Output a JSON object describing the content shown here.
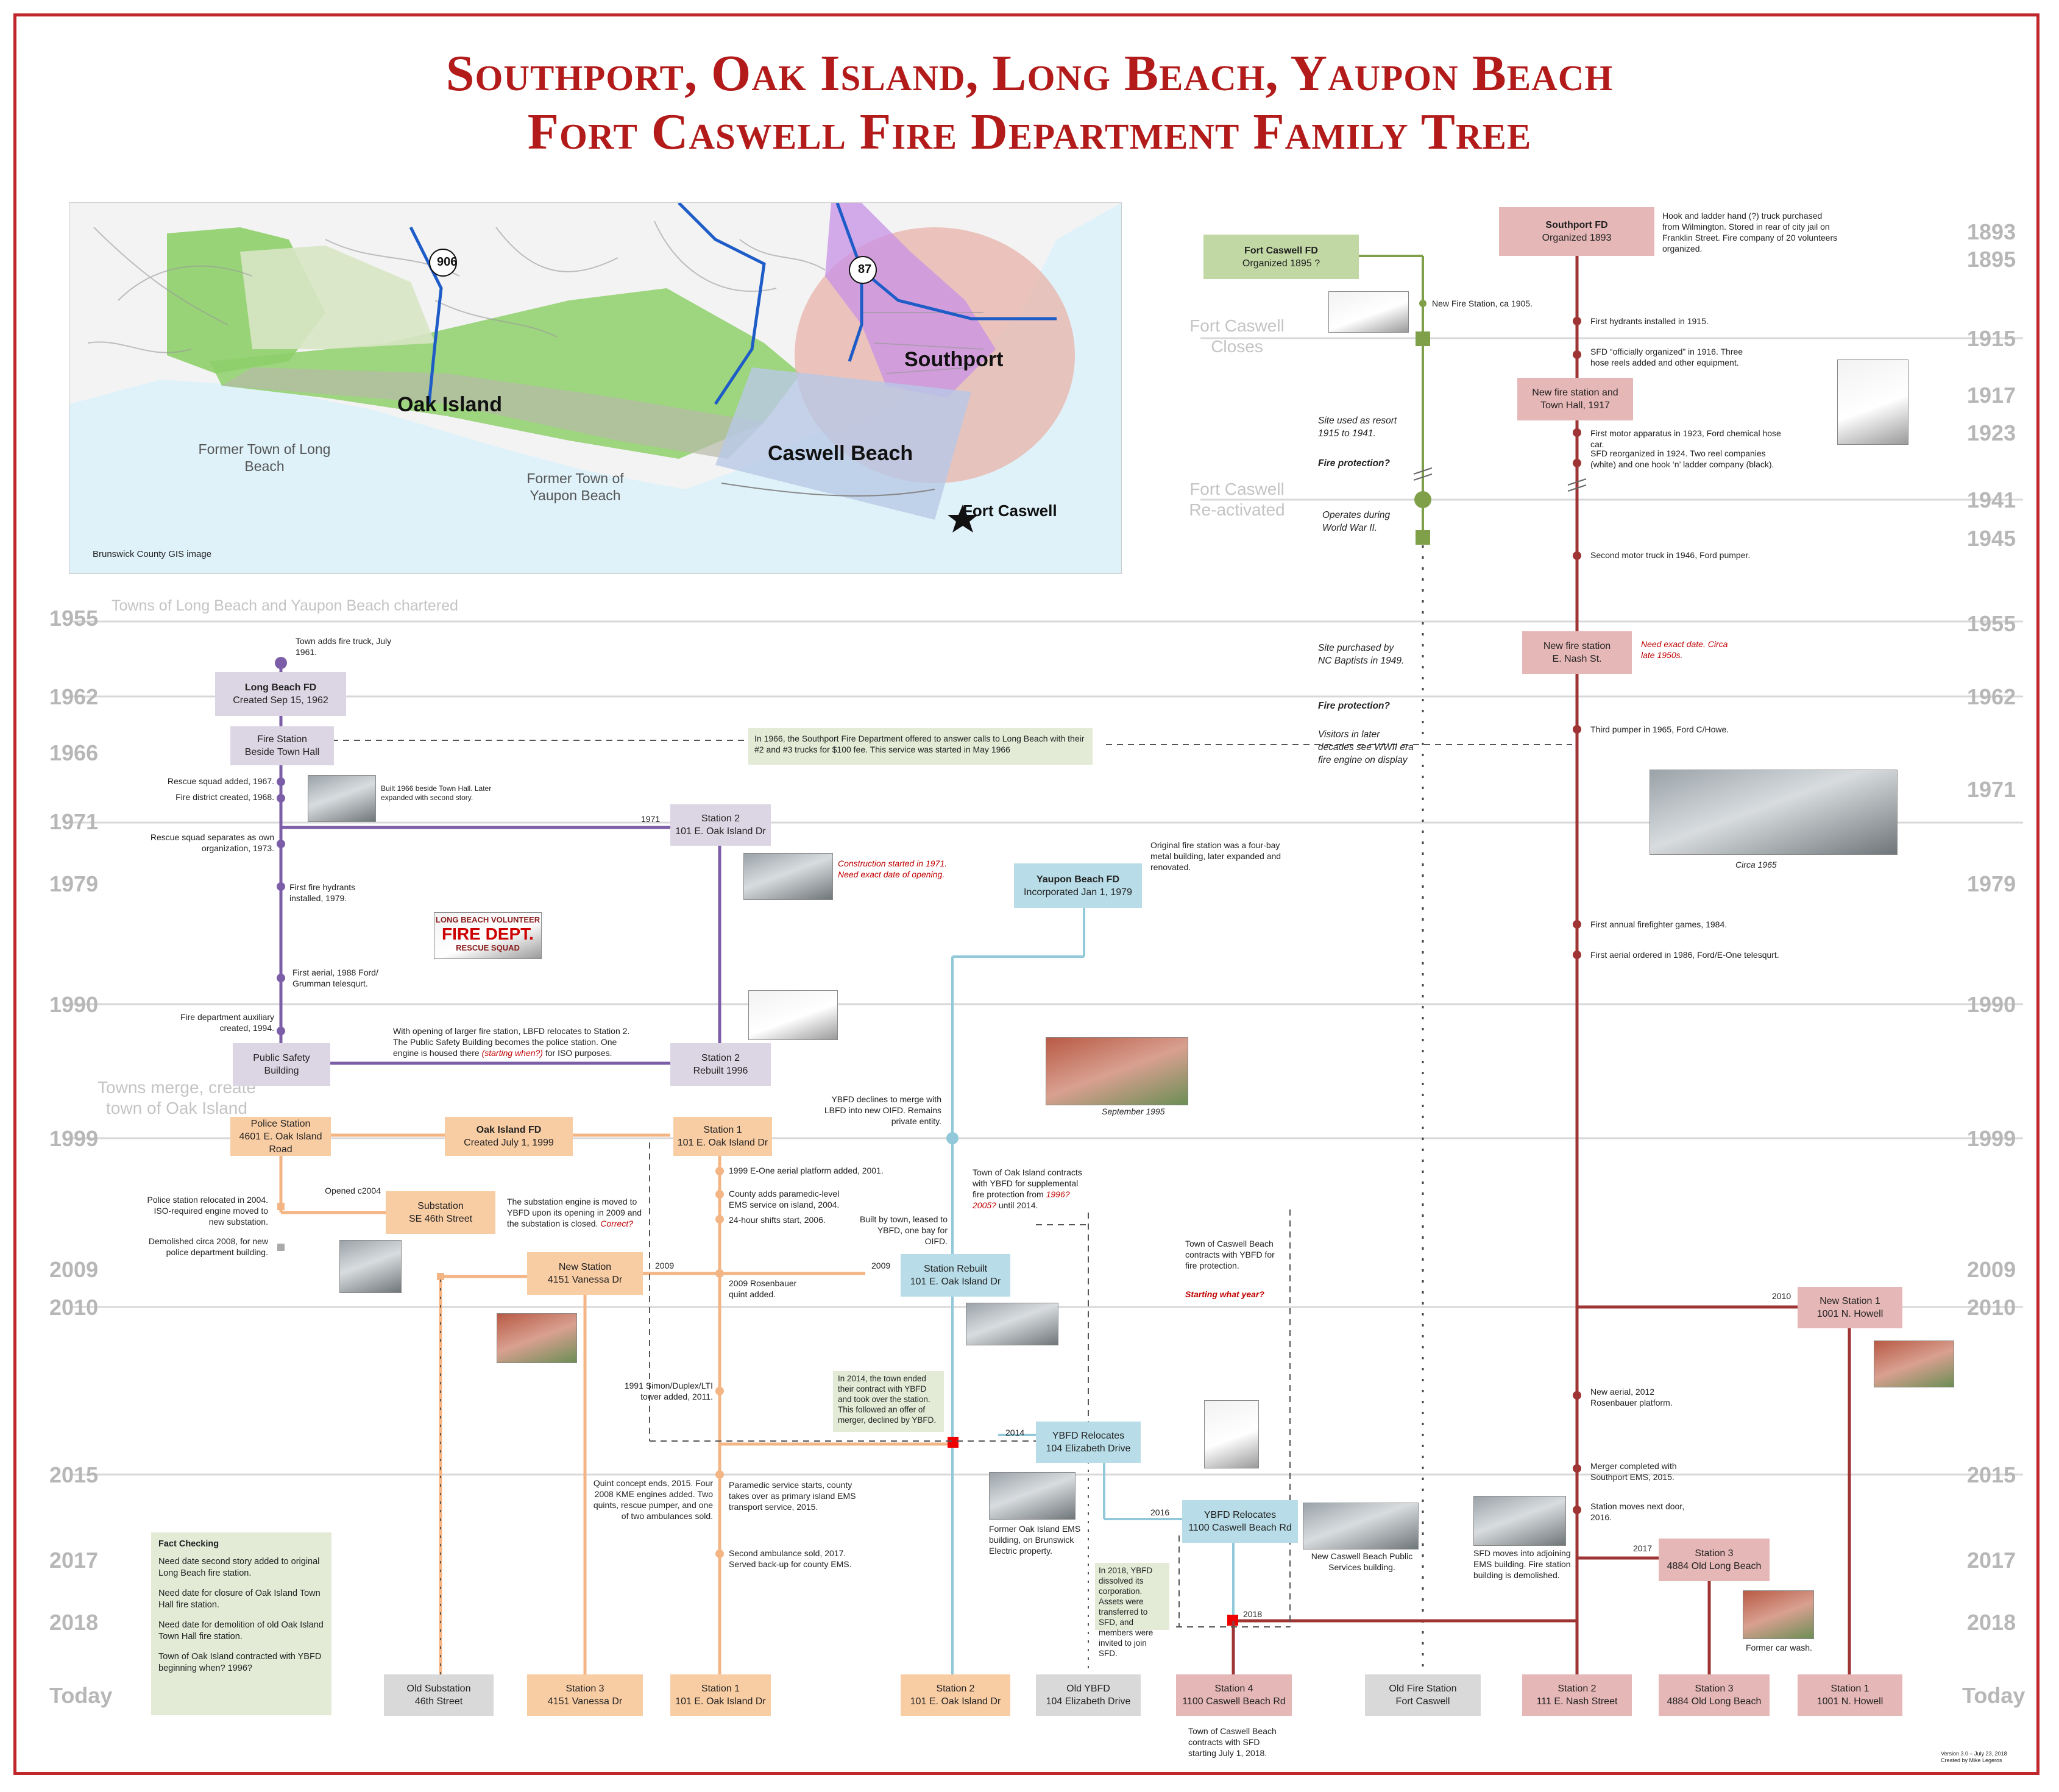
{
  "title": {
    "line1": "Southport, Oak Island, Long Beach, Yaupon Beach",
    "line2": "Fort Caswell Fire Department Family Tree"
  },
  "colors": {
    "long_beach": "#7b5ea7",
    "oak_island": "#f4b584",
    "yaupon": "#92c9da",
    "southport": "#9e3434",
    "fort_caswell": "#7fa049",
    "title": "#b31b1b"
  },
  "years_left": [
    "1955",
    "1962",
    "1966",
    "1971",
    "1979",
    "1990",
    "1999",
    "2009",
    "2010",
    "2015",
    "2017",
    "2018",
    "Today"
  ],
  "years_right": [
    "1893",
    "1895",
    "1915",
    "1917",
    "1923",
    "1941",
    "1945",
    "1955",
    "1962",
    "1971",
    "1979",
    "1990",
    "1999",
    "2009",
    "2010",
    "2015",
    "2017",
    "2018",
    "Today"
  ],
  "map": {
    "oak_island": "Oak Island",
    "southport": "Southport",
    "caswell_beach": "Caswell Beach",
    "fort_caswell": "Fort Caswell",
    "former_long_beach": "Former Town of Long Beach",
    "former_yaupon": "Former Town of Yaupon Beach",
    "credit": "Brunswick County GIS image",
    "route_906": "906",
    "route_87": "87"
  },
  "era_labels": {
    "chartered": "Towns of Long Beach and Yaupon Beach chartered",
    "towns_merge": "Towns merge, create town of Oak Island",
    "fc_closes": "Fort Caswell Closes",
    "fc_reactivated": "Fort Caswell Re-activated"
  },
  "boxes": {
    "lbfd": {
      "l1": "Long Beach FD",
      "l2": "Created Sep 15, 1962"
    },
    "fs_beside": {
      "l1": "Fire Station",
      "l2": "Beside Town Hall"
    },
    "station2_71": {
      "l1": "Station 2",
      "l2": "101 E. Oak Island Dr"
    },
    "psb": {
      "l1": "Public Safety",
      "l2": "Building"
    },
    "station2_96": {
      "l1": "Station 2",
      "l2": "Rebuilt 1996"
    },
    "police": {
      "l1": "Police Station",
      "l2": "4601 E. Oak Island Road"
    },
    "oifd": {
      "l1": "Oak Island FD",
      "l2": "Created July 1, 1999"
    },
    "station1_99": {
      "l1": "Station 1",
      "l2": "101 E. Oak Island Dr"
    },
    "substation": {
      "l1": "Substation",
      "l2": "SE 46th Street"
    },
    "newstation": {
      "l1": "New Station",
      "l2": "4151 Vanessa Dr"
    },
    "ybfd": {
      "l1": "Yaupon Beach FD",
      "l2": "Incorporated Jan 1, 1979"
    },
    "rebuild": {
      "l1": "Station Rebuilt",
      "l2": "101 E. Oak Island Dr"
    },
    "yb_reloc1": {
      "l1": "YBFD Relocates",
      "l2": "104 Elizabeth Drive"
    },
    "yb_reloc2": {
      "l1": "YBFD Relocates",
      "l2": "1100 Caswell Beach Rd"
    },
    "fcfd": {
      "l1": "Fort Caswell FD",
      "l2": "Organized 1895 ?"
    },
    "sfd": {
      "l1": "Southport FD",
      "l2": "Organized 1893"
    },
    "sfd_1917": {
      "l1": "New fire station and",
      "l2": "Town Hall, 1917"
    },
    "sfd_nash": {
      "l1": "New fire station",
      "l2": "E. Nash St."
    },
    "ns1": {
      "l1": "New Station 1",
      "l2": "1001 N. Howell"
    },
    "st3_2017": {
      "l1": "Station 3",
      "l2": "4884 Old Long Beach"
    }
  },
  "today": [
    {
      "l1": "Old Substation",
      "l2": "46th Street"
    },
    {
      "l1": "Station 3",
      "l2": "4151 Vanessa Dr"
    },
    {
      "l1": "Station 1",
      "l2": "101 E. Oak Island Dr"
    },
    {
      "l1": "Station 2",
      "l2": "101 E. Oak Island Dr"
    },
    {
      "l1": "Old YBFD",
      "l2": "104 Elizabeth Drive"
    },
    {
      "l1": "Station 4",
      "l2": "1100 Caswell Beach Rd"
    },
    {
      "l1": "Old Fire Station",
      "l2": "Fort Caswell"
    },
    {
      "l1": "Station 2",
      "l2": "111 E. Nash Street"
    },
    {
      "l1": "Station 3",
      "l2": "4884 Old Long Beach"
    },
    {
      "l1": "Station 1",
      "l2": "1001 N. Howell"
    }
  ],
  "notes": {
    "lb_truck": "Town adds fire truck, July 1961.",
    "rescue67": "Rescue squad added, 1967.",
    "district68": "Fire district created, 1968.",
    "built1966": "Built 1966 beside Town Hall. Later expanded with second story.",
    "rescue73": "Rescue squad separates as own organization, 1973.",
    "hydrants79": "First fire hydrants installed, 1979.",
    "aerial88": "First aerial, 1988 Ford/ Grumman telesqurt.",
    "aux94": "Fire department auxiliary created, 1994.",
    "lbfd_relocates": "With opening of larger fire station, LBFD relocates to Station 2. The Public Safety Building becomes the police station. One engine is housed there",
    "lbfd_relocates_red": "(starting when?)",
    "lbfd_relocates_end": "for ISO purposes.",
    "label1971": "1971",
    "construction": "Construction started in 1971. Need exact date of opening.",
    "sfd_offer": "In 1966, the Southport Fire Department offered to answer calls to Long Beach with their #2 and #3 trucks for $100 fee. This service was started in May 1966",
    "ybfd_original": "Original fire station was a four-bay metal building, later expanded and renovated.",
    "ybfd_declines": "YBFD declines to merge with LBFD into new OIFD. Remains private entity.",
    "sept1995": "September 1995",
    "police_reloc": "Police station relocated in 2004. ISO-required engine moved to new substation.",
    "demolished": "Demolished circa 2008, for new police department building.",
    "opened2004": "Opened c2004",
    "sub_moved": "The substation engine is moved to YBFD upon its opening in 2009 and the substation is closed.",
    "sub_moved_red": "Correct?",
    "e1_2001": "1999 E-One aerial platform added, 2001.",
    "ems2004": "County adds paramedic-level EMS service on island, 2004.",
    "shifts2006": "24-hour shifts start, 2006.",
    "built_by_town": "Built by town, leased to YBFD, one bay for OIFD.",
    "contracts": "Town of Oak Island contracts with YBFD for supplemental fire protection from",
    "contracts_red": "1996? 2005?",
    "contracts_end": "until 2014.",
    "label2009a": "2009",
    "label2009b": "2009",
    "rosenbauer2009": "2009 Rosenbauer quint added.",
    "tower2011": "1991 Simon/Duplex/LTI tower added, 2011.",
    "ended2014": "In 2014, the town ended their contract with YBFD and took over the station. This followed an offer of merger, declined by YBFD.",
    "label2014": "2014",
    "quint2015": "Quint concept ends, 2015. Four 2008 KME engines added. Two quints, rescue pumper, and one of two ambulances sold.",
    "paramedic2015": "Paramedic service starts, county takes over as primary island EMS transport service, 2015.",
    "ambulance2017": "Second ambulance sold, 2017. Served back-up for county EMS.",
    "former_ems": "Former Oak Island EMS building, on Brunswick Electric property.",
    "label2016": "2016",
    "dissolved2018": "In 2018, YBFD dissolved its corporation. Assets were transferred to SFD, and members were invited to join SFD.",
    "cb_contracts": "Town of Caswell Beach contracts with YBFD for fire protection.",
    "cb_starting": "Starting what year?",
    "new_cb_psb": "New Caswell Beach Public Services building.",
    "label2018": "2018",
    "cb_sfd": "Town of Caswell Beach contracts with SFD starting July 1, 2018.",
    "new_fs_1905": "New Fire Station, ca 1905.",
    "resort": "Site used as resort 1915 to 1941.",
    "fire_prot1": "Fire protection?",
    "wwii": "Operates during World War II.",
    "baptists": "Site purchased by NC Baptists in 1949.",
    "fire_prot2": "Fire protection?",
    "visitors": "Visitors in later decades see WWII era fire engine on display",
    "hook_ladder": "Hook and ladder hand (?) truck purchased from Wilmington. Stored in rear of city jail on Franklin Street. Fire company of 20 volunteers organized.",
    "hydrants1915": "First hydrants installed in 1915.",
    "sfd1916": "SFD “officially organized” in 1916. Three hose reels added and other equipment.",
    "motor1923": "First motor apparatus in 1923, Ford chemical hose car.",
    "reorg1924": "SFD reorganized in 1924. Two reel companies (white) and one hook ‘n’ ladder company (black).",
    "pumper1946": "Second motor truck in 1946, Ford pumper.",
    "need_date": "Need exact date. Circa late 1950s.",
    "pumper1965": "Third pumper in 1965, Ford C/Howe.",
    "circa1965": "Circa 1965",
    "games1984": "First annual firefighter games, 1984.",
    "aerial1986": "First aerial ordered in 1986, Ford/E-One telesqurt.",
    "label2010": "2010",
    "aerial2012": "New aerial, 2012 Rosenbauer platform.",
    "merger2015": "Merger completed with Southport EMS, 2015.",
    "moves2016": "Station moves next door, 2016.",
    "label2017": "2017",
    "ems_building": "SFD moves into adjoining EMS building. Fire station building is demolished.",
    "carwash": "Former car wash.",
    "version": "Version 3.0 – July 23, 2018",
    "created": "Created by Mike Legeros",
    "photo_sign_l1": "LONG BEACH VOLUNTEER",
    "photo_sign_l2": "FIRE DEPT.",
    "photo_sign_l3": "RESCUE SQUAD"
  },
  "fact_check": {
    "title": "Fact Checking",
    "items": [
      "Need date second story added to original Long Beach fire station.",
      "Need date for closure of Oak Island Town Hall fire station.",
      "Need date for demolition of old Oak Island Town Hall fire station.",
      "Town of Oak Island contracted with YBFD beginning when? 1996?"
    ]
  }
}
